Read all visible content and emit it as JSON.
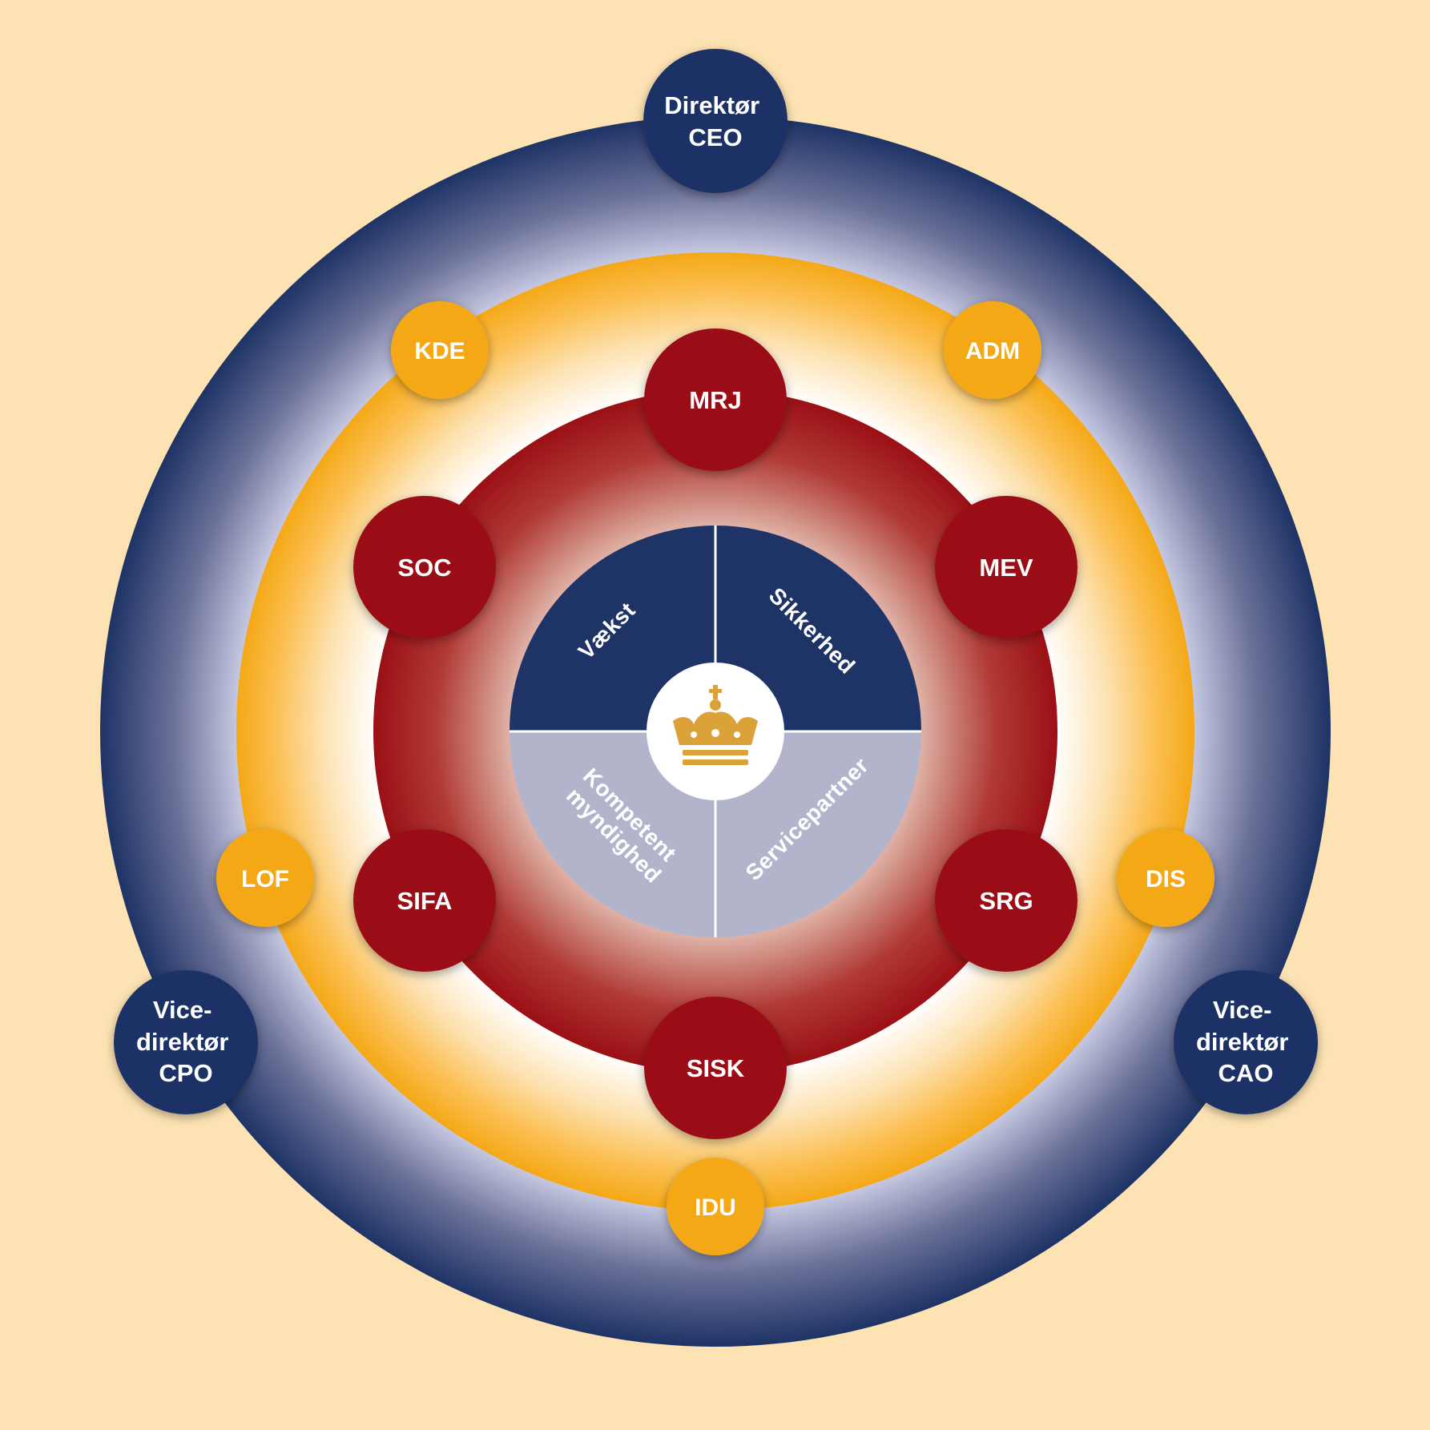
{
  "center": {
    "emblem": "crown-icon",
    "quadrants": [
      {
        "id": "quadrant-vaekst",
        "lines": [
          "Vækst"
        ],
        "color": "#1e3366"
      },
      {
        "id": "quadrant-sikkerhed",
        "lines": [
          "Sikkerhed"
        ],
        "color": "#1e3366"
      },
      {
        "id": "quadrant-kompetent-myndighed",
        "lines": [
          "Kompetent",
          "myndighed"
        ],
        "color": "#b2b4cc"
      },
      {
        "id": "quadrant-servicepartner",
        "lines": [
          "Servicepartner"
        ],
        "color": "#b2b4cc"
      }
    ]
  },
  "leadership": [
    {
      "id": "ceo",
      "lines": [
        "Direktør",
        "CEO"
      ]
    },
    {
      "id": "cpo",
      "lines": [
        "Vice-",
        "direktør",
        "CPO"
      ]
    },
    {
      "id": "cao",
      "lines": [
        "Vice-",
        "direktør",
        "CAO"
      ]
    }
  ],
  "outer_units": [
    {
      "id": "kde",
      "label": "KDE"
    },
    {
      "id": "adm",
      "label": "ADM"
    },
    {
      "id": "lof",
      "label": "LOF"
    },
    {
      "id": "dis",
      "label": "DIS"
    },
    {
      "id": "idu",
      "label": "IDU"
    }
  ],
  "inner_units": [
    {
      "id": "mrj",
      "label": "MRJ"
    },
    {
      "id": "soc",
      "label": "SOC"
    },
    {
      "id": "mev",
      "label": "MEV"
    },
    {
      "id": "sifa",
      "label": "SIFA"
    },
    {
      "id": "srg",
      "label": "SRG"
    },
    {
      "id": "sisk",
      "label": "SISK"
    }
  ],
  "colors": {
    "background": "#fde3b3",
    "navy": "#1e3366",
    "gold": "#f5a817",
    "red": "#9b1015",
    "lavender": "#b2b4cc",
    "emblem_gold": "#dba239",
    "white": "#ffffff"
  }
}
